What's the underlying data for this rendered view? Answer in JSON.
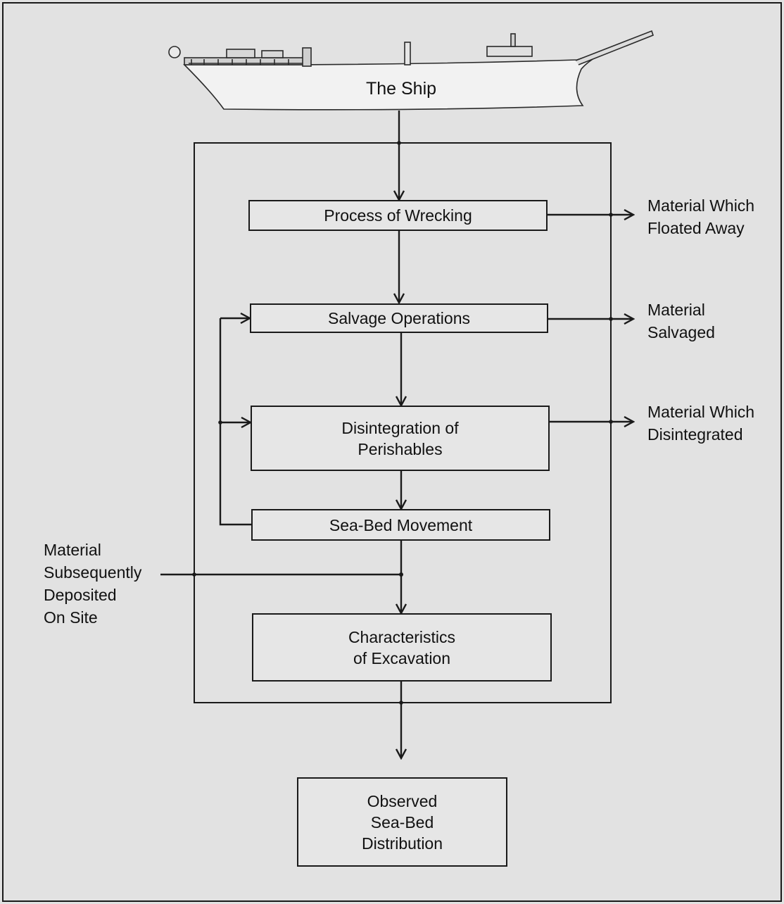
{
  "ship": {
    "label": "The Ship"
  },
  "boxes": {
    "wrecking": "Process of Wrecking",
    "salvage": "Salvage Operations",
    "disintegration": "Disintegration of\nPerishables",
    "seabed_movement": "Sea-Bed Movement",
    "excavation": "Characteristics\nof Excavation",
    "observed": "Observed\nSea-Bed\nDistribution"
  },
  "outputs": {
    "floated": "Material Which\nFloated Away",
    "salvaged": "Material\nSalvaged",
    "disintegrated": "Material Which\nDisintegrated"
  },
  "inputs": {
    "deposited": "Material\nSubsequently\nDeposited\nOn Site"
  },
  "colors": {
    "background": "#e2e2e2",
    "line": "#1a1a1a",
    "hull": "#f2f2f2"
  }
}
